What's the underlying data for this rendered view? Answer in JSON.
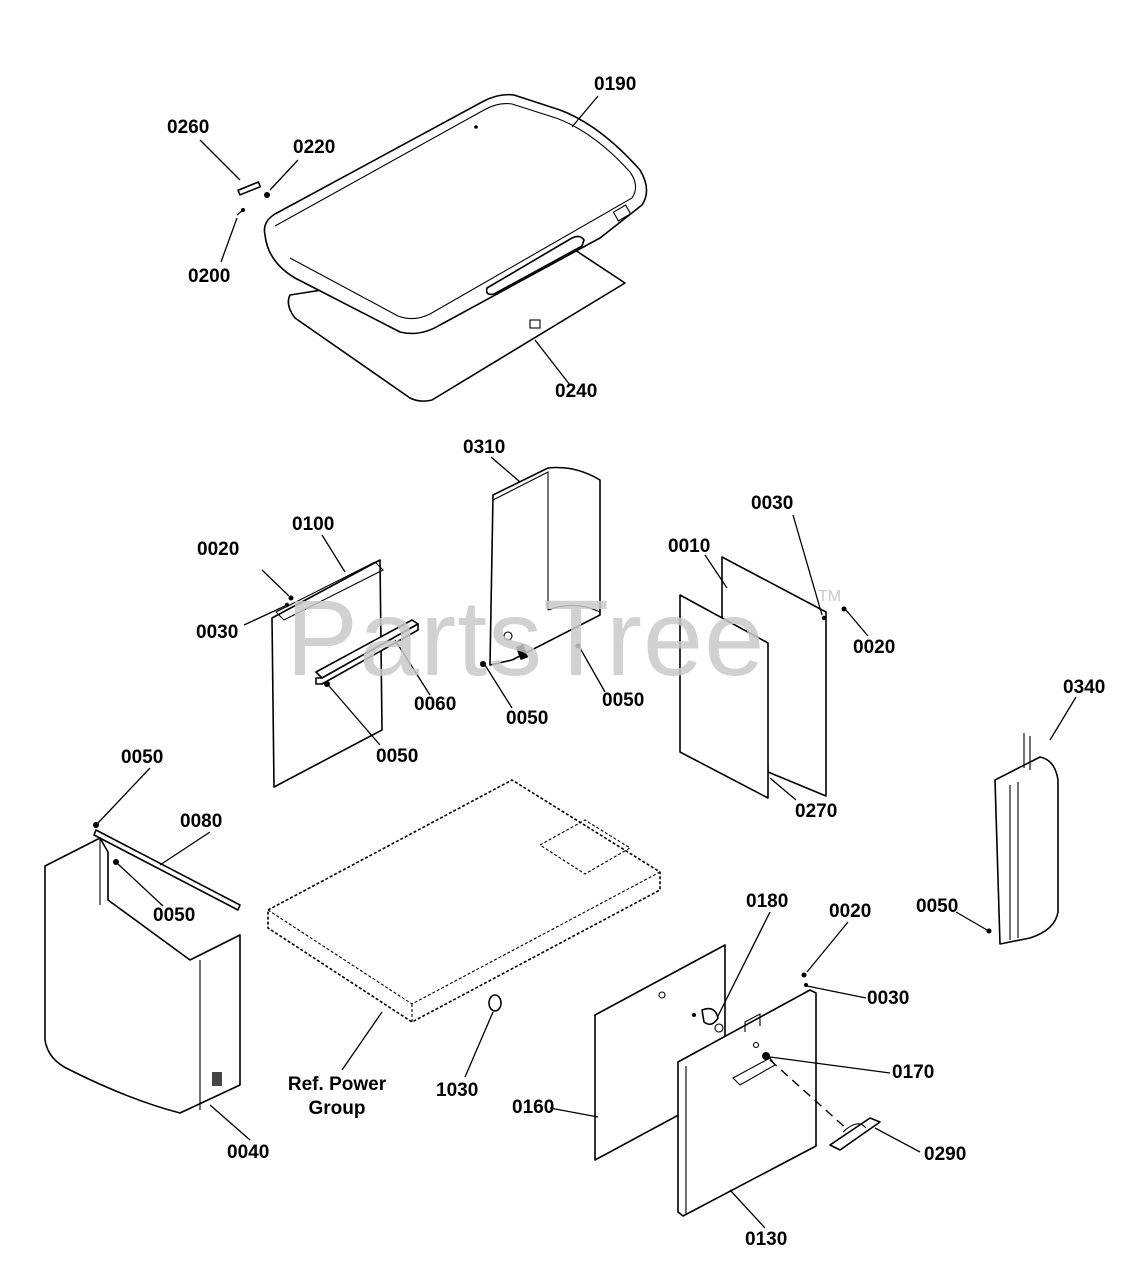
{
  "diagram": {
    "watermark": "PartsTree",
    "trademark": "TM",
    "labels": {
      "p0190": "0190",
      "p0260": "0260",
      "p0220": "0220",
      "p0200": "0200",
      "p0240": "0240",
      "p0310": "0310",
      "p0100": "0100",
      "p0020_a": "0020",
      "p0030_a": "0030",
      "p0060": "0060",
      "p0050_a": "0050",
      "p0050_b": "0050",
      "p0050_c": "0050",
      "p0010": "0010",
      "p0030_b": "0030",
      "p0020_b": "0020",
      "p0270": "0270",
      "p0340": "0340",
      "p0050_d": "0050",
      "p0080": "0080",
      "p0050_e": "0050",
      "p0050_f": "0050",
      "p0040": "0040",
      "ref_power_group": "Ref. Power Group",
      "p1030": "1030",
      "p0180": "0180",
      "p0020_c": "0020",
      "p0030_c": "0030",
      "p0170": "0170",
      "p0160": "0160",
      "p0290": "0290",
      "p0130": "0130"
    }
  }
}
